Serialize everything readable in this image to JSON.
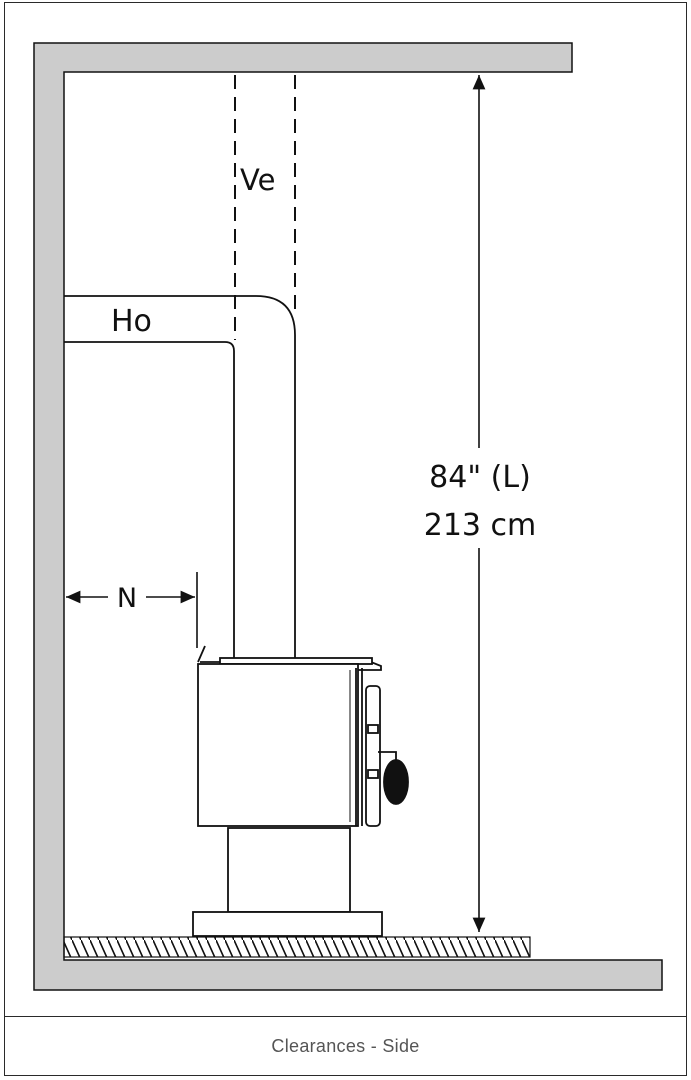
{
  "diagram": {
    "labels": {
      "vertical_clearance": "Ve",
      "horizontal_clearance": "Ho",
      "side_clearance": "N",
      "height_in": "84\" (L)",
      "height_cm": "213 cm"
    },
    "caption": "Clearances - Side"
  },
  "colors": {
    "wall_fill": "#cccccc",
    "line": "#111111",
    "caption_text": "#555555"
  }
}
